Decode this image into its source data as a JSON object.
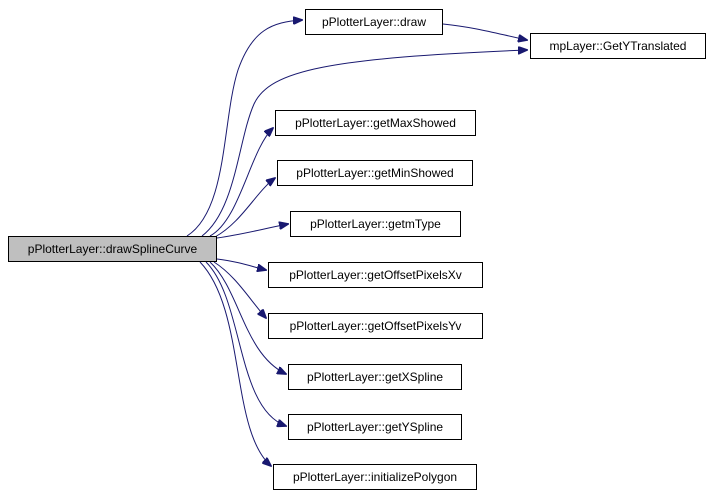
{
  "diagram": {
    "root": {
      "label": "pPlotterLayer::drawSplineCurve"
    },
    "nodes": {
      "draw": {
        "label": "pPlotterLayer::draw"
      },
      "get_y_translated": {
        "label": "mpLayer::GetYTranslated"
      },
      "get_max_showed": {
        "label": "pPlotterLayer::getMaxShowed"
      },
      "get_min_showed": {
        "label": "pPlotterLayer::getMinShowed"
      },
      "get_m_type": {
        "label": "pPlotterLayer::getmType"
      },
      "get_offset_pixels_xv": {
        "label": "pPlotterLayer::getOffsetPixelsXv"
      },
      "get_offset_pixels_yv": {
        "label": "pPlotterLayer::getOffsetPixelsYv"
      },
      "get_x_spline": {
        "label": "pPlotterLayer::getXSpline"
      },
      "get_y_spline": {
        "label": "pPlotterLayer::getYSpline"
      },
      "initialize_polygon": {
        "label": "pPlotterLayer::initializePolygon"
      }
    },
    "edges": [
      [
        "root",
        "draw"
      ],
      [
        "root",
        "get_y_translated"
      ],
      [
        "root",
        "get_max_showed"
      ],
      [
        "root",
        "get_min_showed"
      ],
      [
        "root",
        "get_m_type"
      ],
      [
        "root",
        "get_offset_pixels_xv"
      ],
      [
        "root",
        "get_offset_pixels_yv"
      ],
      [
        "root",
        "get_x_spline"
      ],
      [
        "root",
        "get_y_spline"
      ],
      [
        "root",
        "initialize_polygon"
      ],
      [
        "draw",
        "get_y_translated"
      ]
    ],
    "colors": {
      "edge": "#191970",
      "root_fill": "#bfbfbf",
      "node_fill": "#ffffff",
      "node_border": "#000000"
    }
  }
}
